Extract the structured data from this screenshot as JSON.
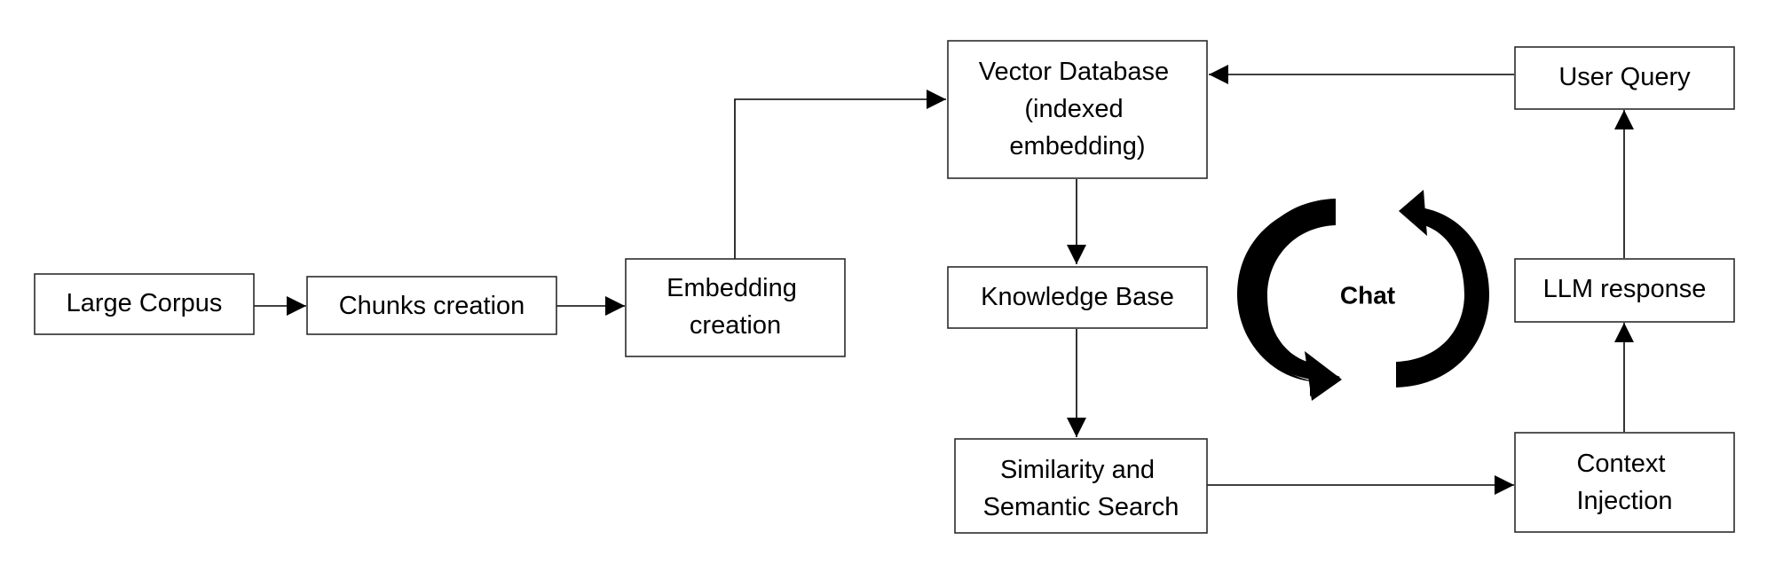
{
  "diagram": {
    "nodes": {
      "large_corpus": [
        "Large Corpus"
      ],
      "chunks_creation": [
        "Chunks creation"
      ],
      "embedding_creation": [
        "Embedding",
        "creation"
      ],
      "vector_database": [
        "Vector Database",
        "(indexed",
        "embedding)"
      ],
      "knowledge_base": [
        "Knowledge Base"
      ],
      "similarity_search": [
        "Similarity and",
        "Semantic Search"
      ],
      "context_injection": [
        "Context",
        "Injection"
      ],
      "llm_response": [
        "LLM response"
      ],
      "user_query": [
        "User Query"
      ]
    },
    "chat_label": "Chat",
    "edges": [
      {
        "from": "Large Corpus",
        "to": "Chunks creation"
      },
      {
        "from": "Chunks creation",
        "to": "Embedding creation"
      },
      {
        "from": "Embedding creation",
        "to": "Vector Database (indexed embedding)"
      },
      {
        "from": "Vector Database (indexed embedding)",
        "to": "Knowledge Base"
      },
      {
        "from": "Knowledge Base",
        "to": "Similarity and Semantic Search"
      },
      {
        "from": "Similarity and Semantic Search",
        "to": "Context Injection"
      },
      {
        "from": "Context Injection",
        "to": "LLM response"
      },
      {
        "from": "LLM response",
        "to": "User Query"
      },
      {
        "from": "User Query",
        "to": "Vector Database (indexed embedding)"
      }
    ]
  }
}
